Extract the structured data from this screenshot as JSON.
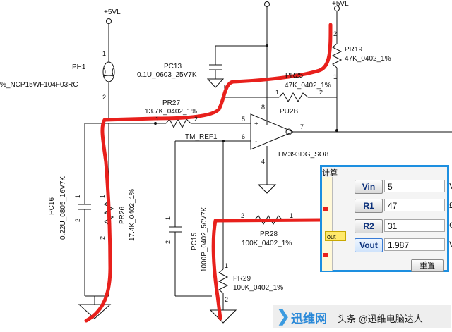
{
  "schematic": {
    "power_left": "+5VL",
    "power_right": "+5VL",
    "ph1": {
      "ref": "PH1",
      "value": "%_NCP15WF104F03RC",
      "pin_top": "1",
      "pin_bottom": "2"
    },
    "pc13": {
      "ref": "PC13",
      "value": "0.1U_0603_25V7K"
    },
    "pr19": {
      "ref": "PR19",
      "value": "47K_0402_1%",
      "pin_top": "2",
      "pin_bottom": "1"
    },
    "pr25": {
      "ref": "PR25",
      "value": "47K_0402_1%",
      "pin_left": "1",
      "pin_right": "2"
    },
    "pr27": {
      "ref": "PR27",
      "value": "13.7K_0402_1%",
      "pin_left": "1",
      "pin_right": "2"
    },
    "pu2b": {
      "ref": "PU2B",
      "value": "LM393DG_SO8",
      "pin_vcc": "8",
      "pin_plus": "5",
      "pin_minus": "6",
      "pin_out": "7",
      "pin_gnd": "4",
      "plus_sign": "+",
      "minus_sign": "-"
    },
    "net_tm_ref": "TM_REF1",
    "pc16": {
      "ref": "PC16",
      "value": "0.22U_0805_16V7K",
      "pin_top": "1",
      "pin_bottom": "2"
    },
    "pr26": {
      "ref": "PR26",
      "value": "17.4K_0402_1%",
      "pin_top": "1",
      "pin_bottom": "2"
    },
    "pc15": {
      "ref": "PC15",
      "value": "1000P_0402_50V7K",
      "pin_top": "1",
      "pin_bottom": "2"
    },
    "pr28": {
      "ref": "PR28",
      "value": "100K_0402_1%",
      "pin_left": "2",
      "pin_right": "1"
    },
    "pr29": {
      "ref": "PR29",
      "value": "100K_0402_1%",
      "pin_top": "1",
      "pin_bottom": "2"
    }
  },
  "calculator": {
    "title": "计算",
    "out_tag": "out",
    "rows": [
      {
        "label": "Vin",
        "value": "5",
        "unit": "V"
      },
      {
        "label": "R1",
        "value": "47",
        "unit": "Ω"
      },
      {
        "label": "R2",
        "value": "31",
        "unit": "Ω"
      },
      {
        "label": "Vout",
        "value": "1.987",
        "unit": "V"
      }
    ],
    "reset_label": "重置"
  },
  "watermark": {
    "brand": "迅维网",
    "sub": "头条 @迅维电脑达人"
  }
}
